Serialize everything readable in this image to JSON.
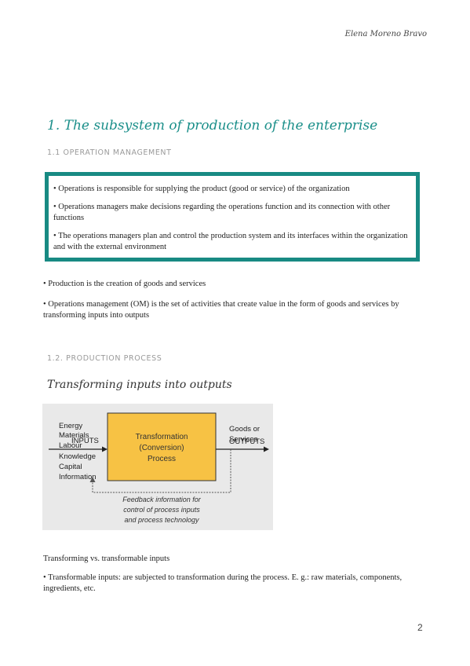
{
  "header": {
    "author": "Elena Moreno Bravo"
  },
  "section": {
    "title": "1. The subsystem of production of the enterprise"
  },
  "sub1": {
    "title": "1.1 OPERATION MANAGEMENT"
  },
  "box": {
    "items": [
      "• Operations is responsible for supplying the product (good or service) of the organization",
      "• Operations managers make decisions regarding the operations function and its connection with other functions",
      "• The operations managers plan and control the production system and its interfaces within the organization and with the external environment"
    ]
  },
  "bullets": [
    "• Production is the creation of goods and services",
    "• Operations management (OM) is the set of activities that create value in the form of goods and services by transforming inputs into outputs"
  ],
  "sub2": {
    "title": "1.2. PRODUCTION PROCESS"
  },
  "handwritten": {
    "title": "Transforming inputs into outputs"
  },
  "diagram": {
    "inputs_list": [
      "Energy",
      "Materials",
      "Labour",
      "Knowledge",
      "Capital",
      "Information"
    ],
    "inputs_label": "INPUTS",
    "process_lines": [
      "Transformation",
      "(Conversion)",
      "Process"
    ],
    "outputs_list": [
      "Goods or",
      "Services"
    ],
    "outputs_label": "OUTPUTS",
    "feedback_lines": [
      "Feedback information for",
      "control of process inputs",
      "and process technology"
    ],
    "process_color": "#f7c244",
    "background_color": "#e9e9e9"
  },
  "body": {
    "heading": "Transforming vs. transformable inputs",
    "paragraph": "• Transformable inputs: are subjected to transformation during the process. E. g.: raw materials, components, ingredients, etc."
  },
  "page": {
    "number": "2"
  }
}
